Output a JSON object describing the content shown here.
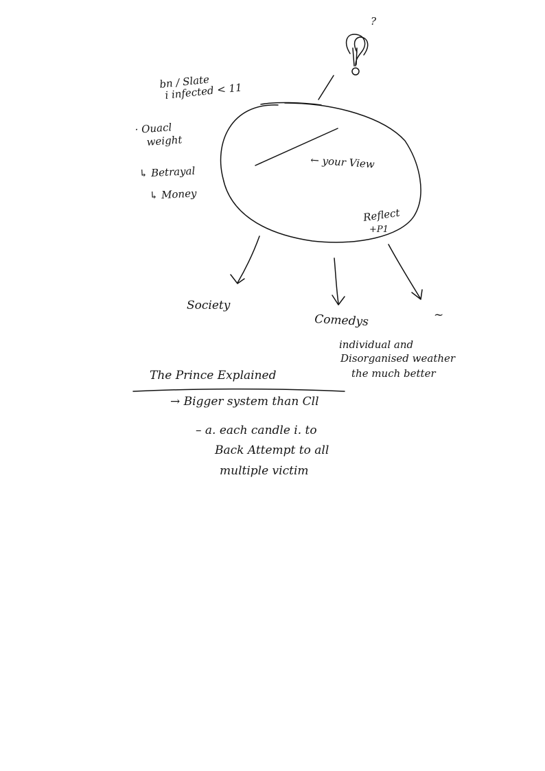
{
  "sketch": {
    "ink_color": "#111111",
    "background": "#ffffff",
    "central_mark": "?",
    "center_pointer_label": "← your View",
    "center_bottom_label": "Reflect",
    "center_bottom_sublabel": "+P1",
    "left_notes": [
      "bn / Slate",
      "i infected < 11",
      "· Ouacl",
      "weight",
      "↳ Betrayal",
      "↳ Money"
    ],
    "branches": [
      {
        "label": "Society"
      },
      {
        "label": "Comedys"
      },
      {
        "label": "~"
      }
    ],
    "right_notes": [
      "individual and",
      "Disorganised weather",
      "the much better"
    ],
    "heading": "The Prince Explained",
    "points": [
      "→ Bigger system than Cll",
      "– a. each candle i. to",
      "Back Attempt to all",
      "multiple victim"
    ]
  }
}
